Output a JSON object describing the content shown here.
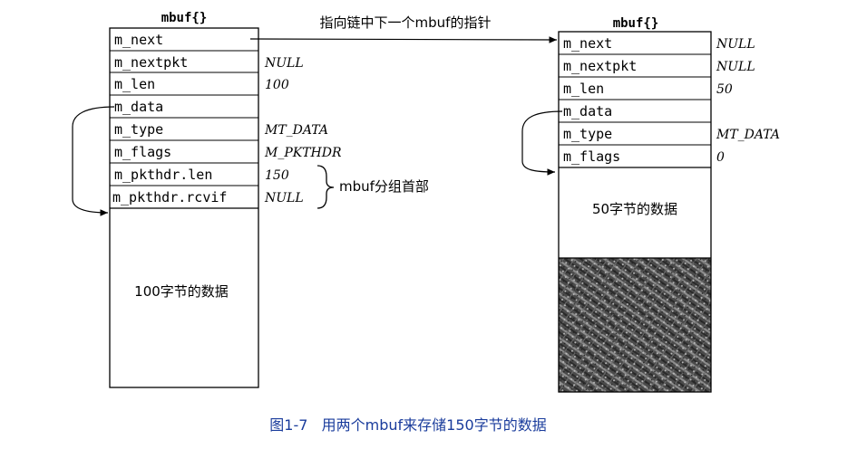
{
  "left_mbuf": {
    "title": "mbuf{}",
    "fields": [
      "m_next",
      "m_nextpkt",
      "m_len",
      "m_data",
      "m_type",
      "m_flags",
      "m_pkthdr.len",
      "m_pkthdr.rcvif"
    ],
    "values": [
      "",
      "NULL",
      "100",
      "",
      "MT_DATA",
      "M_PKTHDR",
      "150",
      "NULL"
    ],
    "data_label": "100字节的数据"
  },
  "right_mbuf": {
    "title": "mbuf{}",
    "fields": [
      "m_next",
      "m_nextpkt",
      "m_len",
      "m_data",
      "m_type",
      "m_flags"
    ],
    "values": [
      "NULL",
      "NULL",
      "50",
      "",
      "MT_DATA",
      "0"
    ],
    "data_label": "50字节的数据"
  },
  "annotations": {
    "next_pointer": "指向链中下一个mbuf的指针",
    "pkthdr": "mbuf分组首部"
  },
  "caption": "图1-7   用两个mbuf来存储150字节的数据",
  "colors": {
    "caption": "#1a3c9c",
    "hatch_dark": "#2e2e2e",
    "hatch_light": "#9a9a9a"
  }
}
